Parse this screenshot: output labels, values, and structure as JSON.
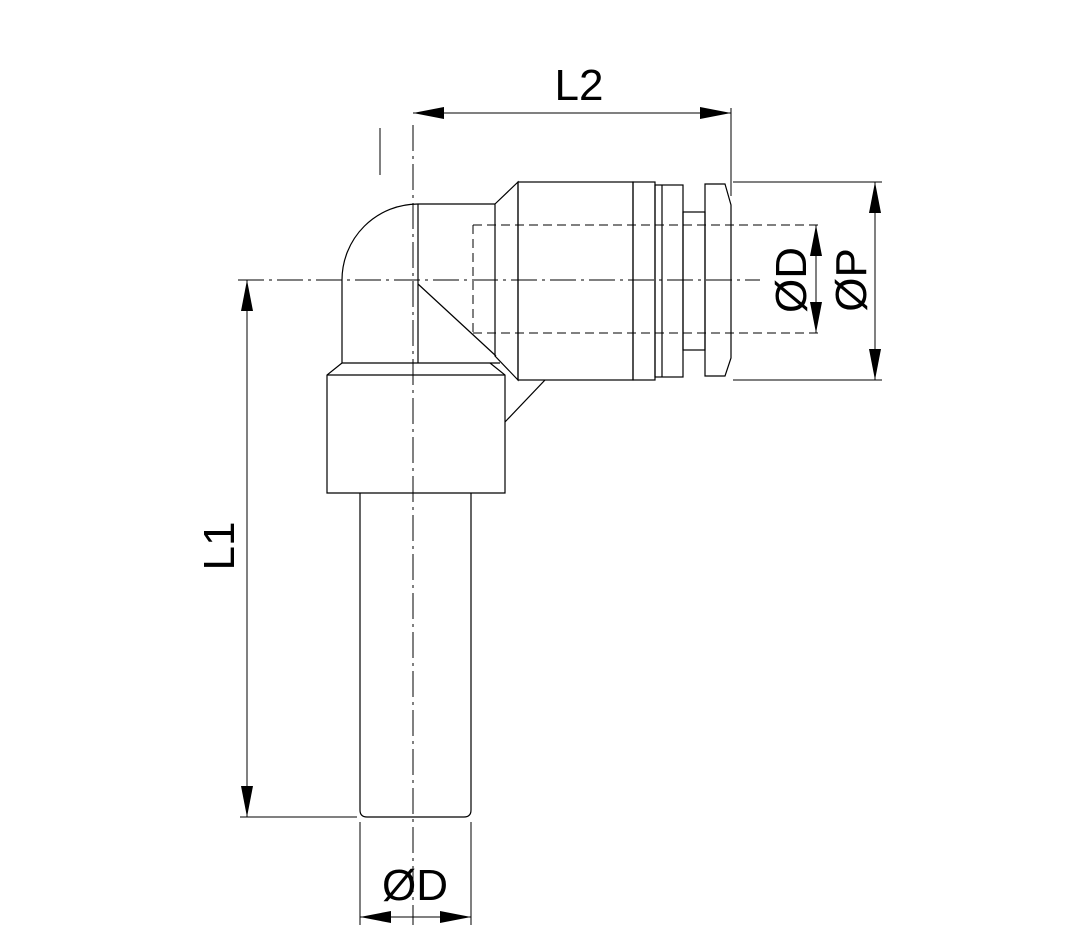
{
  "dimensions": {
    "l1": "L1",
    "l2": "L2",
    "od_bottom": "ØD",
    "od_right": "ØD",
    "op_right": "ØP"
  }
}
